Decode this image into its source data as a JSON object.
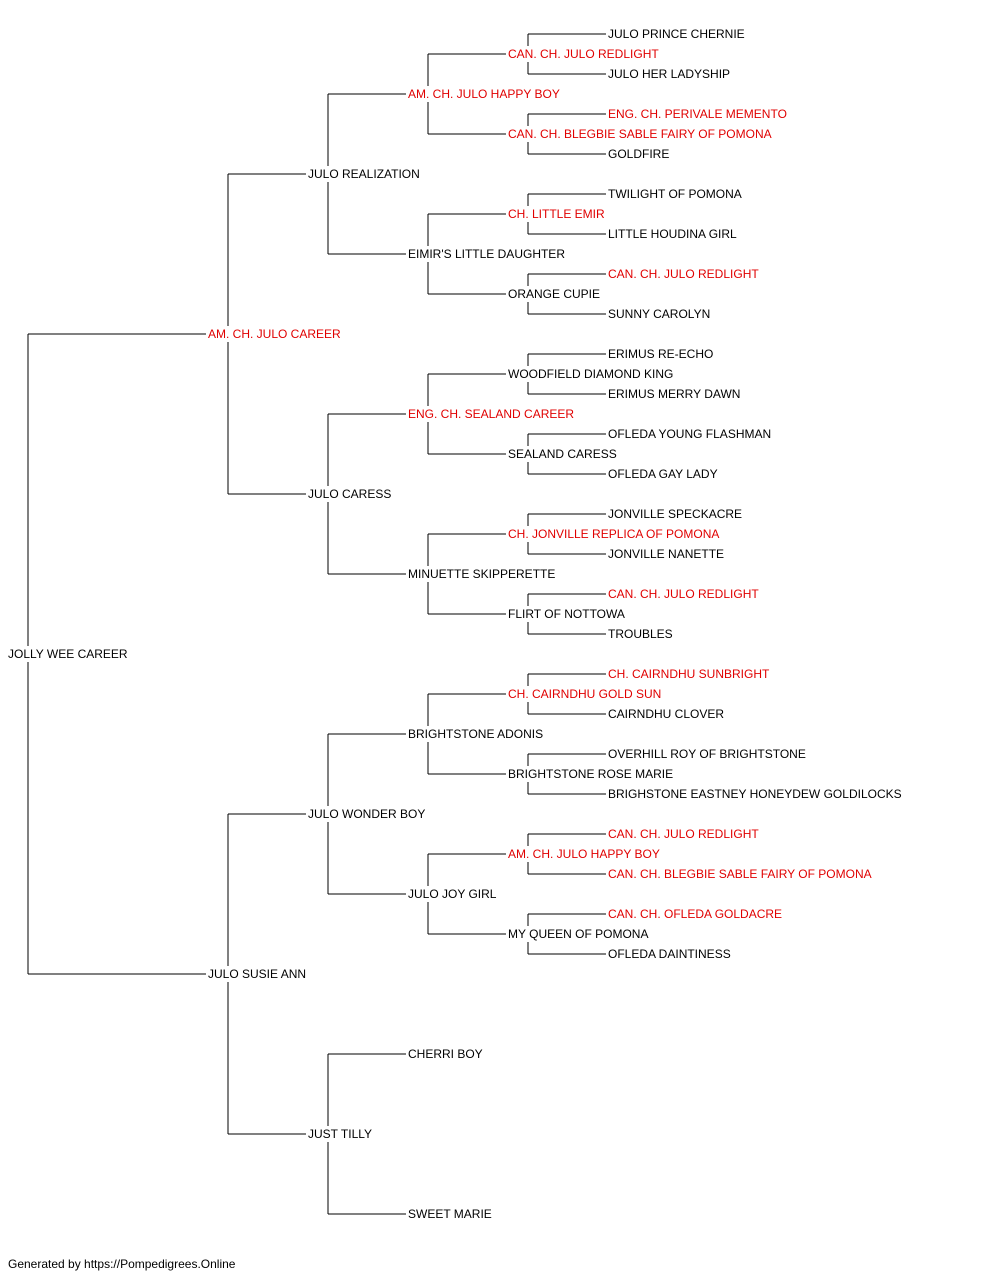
{
  "pedigree": {
    "name": "JOLLY WEE CAREER",
    "champion": false,
    "sire": {
      "name": "AM. CH. JULO CAREER",
      "champion": true,
      "sire": {
        "name": "JULO REALIZATION",
        "champion": false,
        "sire": {
          "name": "AM. CH. JULO HAPPY BOY",
          "champion": true,
          "sire": {
            "name": "CAN. CH. JULO REDLIGHT",
            "champion": true,
            "sire": {
              "name": "JULO PRINCE CHERNIE",
              "champion": false
            },
            "dam": {
              "name": "JULO HER LADYSHIP",
              "champion": false
            }
          },
          "dam": {
            "name": "CAN. CH. BLEGBIE SABLE FAIRY OF POMONA",
            "champion": true,
            "sire": {
              "name": "ENG. CH. PERIVALE MEMENTO",
              "champion": true
            },
            "dam": {
              "name": "GOLDFIRE",
              "champion": false
            }
          }
        },
        "dam": {
          "name": "EIMIR'S LITTLE DAUGHTER",
          "champion": false,
          "sire": {
            "name": "CH. LITTLE EMIR",
            "champion": true,
            "sire": {
              "name": "TWILIGHT OF POMONA",
              "champion": false
            },
            "dam": {
              "name": "LITTLE HOUDINA GIRL",
              "champion": false
            }
          },
          "dam": {
            "name": "ORANGE CUPIE",
            "champion": false,
            "sire": {
              "name": "CAN. CH. JULO REDLIGHT",
              "champion": true
            },
            "dam": {
              "name": "SUNNY CAROLYN",
              "champion": false
            }
          }
        }
      },
      "dam": {
        "name": "JULO CARESS",
        "champion": false,
        "sire": {
          "name": "ENG. CH. SEALAND CAREER",
          "champion": true,
          "sire": {
            "name": "WOODFIELD DIAMOND KING",
            "champion": false,
            "sire": {
              "name": "ERIMUS RE-ECHO",
              "champion": false
            },
            "dam": {
              "name": "ERIMUS MERRY DAWN",
              "champion": false
            }
          },
          "dam": {
            "name": "SEALAND CARESS",
            "champion": false,
            "sire": {
              "name": "OFLEDA YOUNG FLASHMAN",
              "champion": false
            },
            "dam": {
              "name": "OFLEDA GAY LADY",
              "champion": false
            }
          }
        },
        "dam": {
          "name": "MINUETTE SKIPPERETTE",
          "champion": false,
          "sire": {
            "name": "CH. JONVILLE REPLICA OF POMONA",
            "champion": true,
            "sire": {
              "name": "JONVILLE SPECKACRE",
              "champion": false
            },
            "dam": {
              "name": "JONVILLE NANETTE",
              "champion": false
            }
          },
          "dam": {
            "name": "FLIRT OF NOTTOWA",
            "champion": false,
            "sire": {
              "name": "CAN. CH. JULO REDLIGHT",
              "champion": true
            },
            "dam": {
              "name": "TROUBLES",
              "champion": false
            }
          }
        }
      }
    },
    "dam": {
      "name": "JULO SUSIE ANN",
      "champion": false,
      "sire": {
        "name": "JULO WONDER BOY",
        "champion": false,
        "sire": {
          "name": "BRIGHTSTONE ADONIS",
          "champion": false,
          "sire": {
            "name": "CH. CAIRNDHU GOLD SUN",
            "champion": true,
            "sire": {
              "name": "CH. CAIRNDHU SUNBRIGHT",
              "champion": true
            },
            "dam": {
              "name": "CAIRNDHU CLOVER",
              "champion": false
            }
          },
          "dam": {
            "name": "BRIGHTSTONE ROSE MARIE",
            "champion": false,
            "sire": {
              "name": "OVERHILL ROY OF BRIGHTSTONE",
              "champion": false
            },
            "dam": {
              "name": "BRIGHSTONE EASTNEY HONEYDEW GOLDILOCKS",
              "champion": false
            }
          }
        },
        "dam": {
          "name": "JULO JOY GIRL",
          "champion": false,
          "sire": {
            "name": "AM. CH. JULO HAPPY BOY",
            "champion": true,
            "sire": {
              "name": "CAN. CH. JULO REDLIGHT",
              "champion": true
            },
            "dam": {
              "name": "CAN. CH. BLEGBIE SABLE FAIRY OF POMONA",
              "champion": true
            }
          },
          "dam": {
            "name": "MY QUEEN OF POMONA",
            "champion": false,
            "sire": {
              "name": "CAN. CH. OFLEDA GOLDACRE",
              "champion": true
            },
            "dam": {
              "name": "OFLEDA DAINTINESS",
              "champion": false
            }
          }
        }
      },
      "dam": {
        "name": "JUST TILLY",
        "champion": false,
        "sire": {
          "name": "CHERRI BOY",
          "champion": false
        },
        "dam": {
          "name": "SWEET MARIE",
          "champion": false
        }
      }
    }
  },
  "colors": {
    "champion": "#e00000",
    "normal": "#000000",
    "line": "#000000"
  },
  "footer": "Generated by https://Pompedigrees.Online"
}
